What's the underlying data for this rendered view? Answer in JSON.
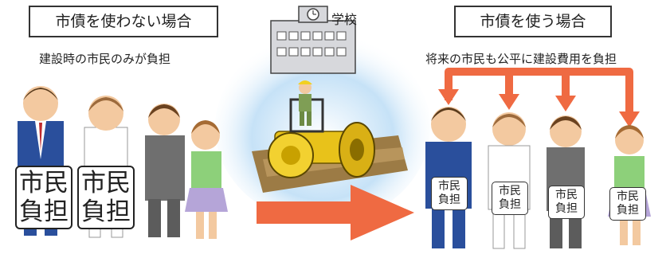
{
  "left": {
    "title": "市債を使わない場合",
    "caption": "建設時の市民のみが負担",
    "sign_top": "市民",
    "sign_bottom": "負担"
  },
  "center": {
    "school_label": "学校"
  },
  "right": {
    "title": "市債を使う場合",
    "caption": "将来の市民も公平に建設費用を負担",
    "sign_top": "市民",
    "sign_bottom": "負担"
  },
  "colors": {
    "arrow": "#ef6a42",
    "sky": "#8ec6ee",
    "roller": "#e8c21a",
    "suit": "#2a4f9c"
  }
}
